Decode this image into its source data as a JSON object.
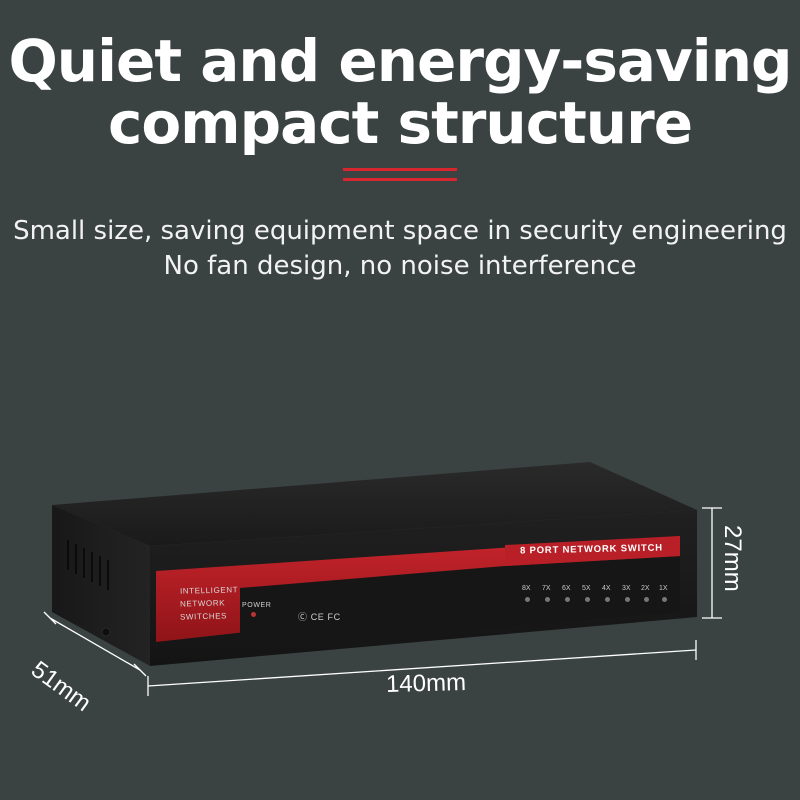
{
  "headline": {
    "line1": "Quiet and energy-saving",
    "line2": "compact structure"
  },
  "subtitle": {
    "line1": "Small size, saving equipment space in security engineering",
    "line2": "No fan design, no noise interference"
  },
  "dimensions": {
    "width": "140mm",
    "depth": "51mm",
    "height": "27mm"
  },
  "device": {
    "brand_lines": [
      "INTELLIGENT",
      "NETWORK",
      "SWITCHES"
    ],
    "power_label": "POWER",
    "certifications": "Ⓒ CE FC",
    "model_label": "8 PORT NETWORK SWITCH",
    "ports": [
      "8X",
      "7X",
      "6X",
      "5X",
      "4X",
      "3X",
      "2X",
      "1X"
    ]
  },
  "colors": {
    "background": "#3a4242",
    "accent": "#d8262e",
    "device_body": "#1c1c1c"
  }
}
